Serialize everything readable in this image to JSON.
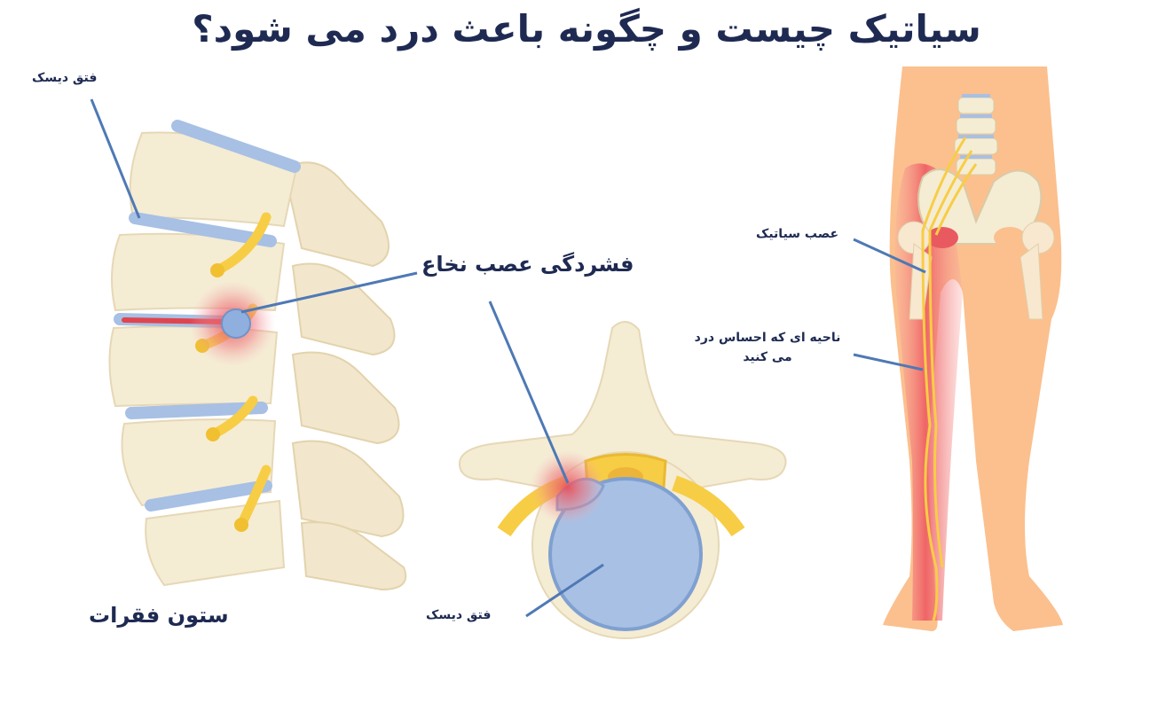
{
  "title": "سیاتیک چیست و چگونه باعث درد می شود؟",
  "labels": {
    "herniated_disc_top": "فتق دیسک",
    "nerve_root_compression": "فشردگی عصب نخاع",
    "spine_column": "ستون فقرات",
    "herniated_disc_bottom": "فتق دیسک",
    "sciatic_nerve": "عصب سیاتیک",
    "pain_area": "ناحیه ای که احساس درد می کنید"
  },
  "colors": {
    "title": "#1e2a52",
    "bone": "#f5ecd4",
    "bone_outline": "#e6d8b6",
    "disc": "#a7c0e4",
    "disc_dark": "#7fa0d0",
    "nerve": "#f7cd45",
    "pain": "#e8505b",
    "leg": "#fbc08e",
    "leader_line": "#4e79b5"
  }
}
